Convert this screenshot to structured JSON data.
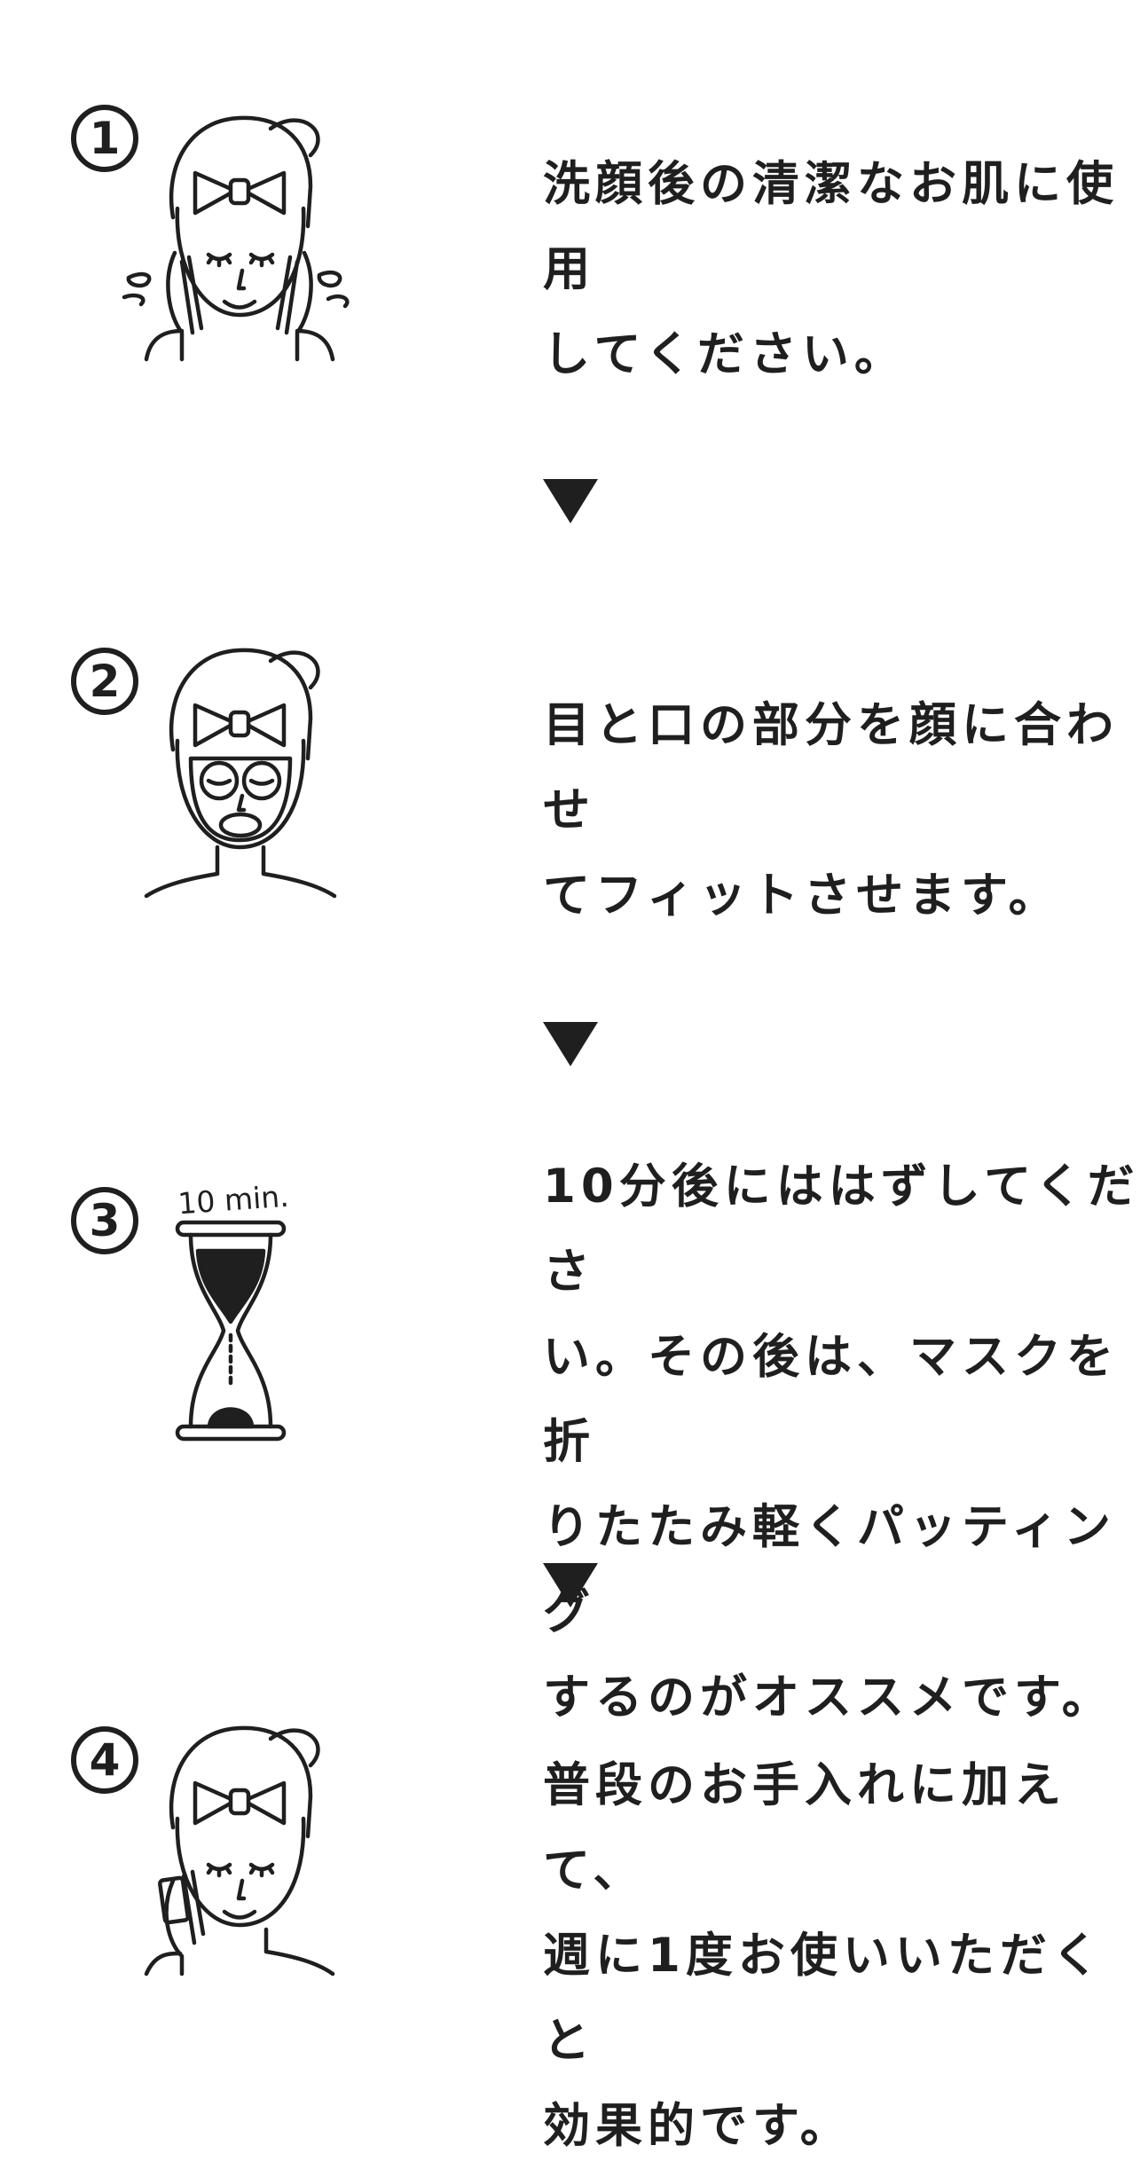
{
  "steps": [
    {
      "number": "1",
      "illustration": "face-washing-icon",
      "text": "洗顔後の清潔なお肌に使用\nしてください。"
    },
    {
      "number": "2",
      "illustration": "face-mask-icon",
      "text": "目と口の部分を顔に合わせ\nてフィットさせます。"
    },
    {
      "number": "3",
      "illustration": "hourglass-icon",
      "timer_label": "10 min.",
      "text": "10分後にははずしてくださ\nい。その後は、マスクを折\nりたたみ軽くパッティング\nするのがオススメです。"
    },
    {
      "number": "4",
      "illustration": "face-patting-icon",
      "text": "普段のお手入れに加えて、\n週に1度お使いいただくと\n効果的です。"
    }
  ],
  "arrow_icon": "down-triangle-icon",
  "colors": {
    "ink": "#1f1f1f",
    "background": "#ffffff"
  }
}
